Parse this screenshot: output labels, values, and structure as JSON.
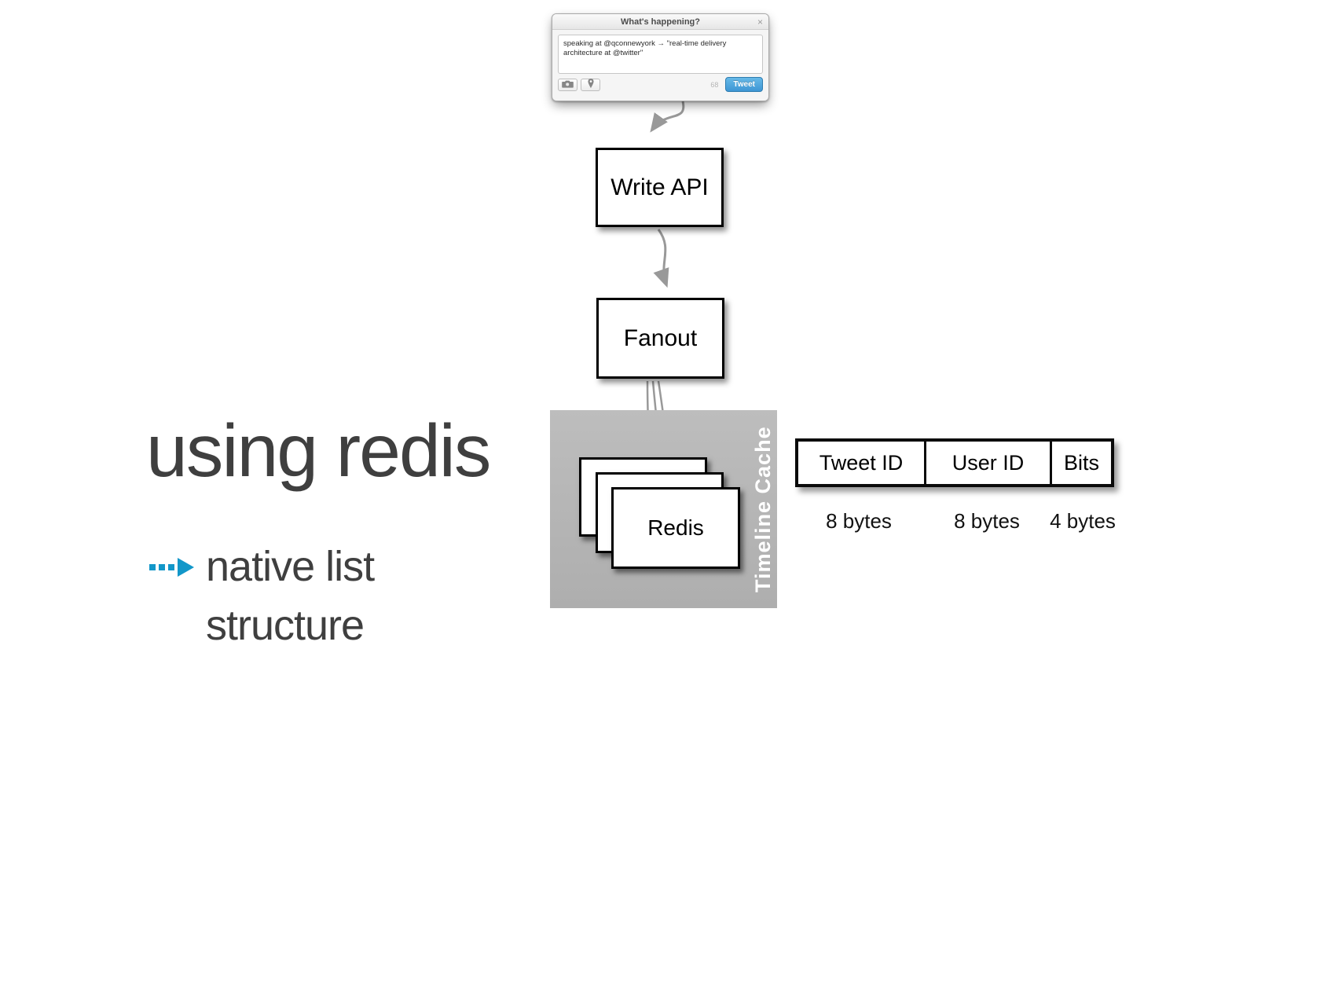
{
  "tweet_window": {
    "title": "What's happening?",
    "close_glyph": "×",
    "body_text": "speaking at @qconnewyork → \"real-time delivery architecture at @twitter\"",
    "char_count": "68",
    "tweet_button_label": "Tweet",
    "icons": [
      "camera-icon",
      "location-pin-icon"
    ],
    "accent_color": "#3e96d4"
  },
  "flow": {
    "write_api_label": "Write API",
    "fanout_label": "Fanout",
    "redis_label": "Redis",
    "timeline_cache_label": "Timeline Cache",
    "arrow_color": "#999999",
    "cache_bg_color": "#b5b5b5"
  },
  "struct_table": {
    "cells": [
      {
        "label": "Tweet ID",
        "size": "8 bytes"
      },
      {
        "label": "User ID",
        "size": "8 bytes"
      },
      {
        "label": "Bits",
        "size": "4 bytes"
      }
    ]
  },
  "left_text": {
    "title": "using redis",
    "bullet_line1": "native list",
    "bullet_line2": "structure",
    "bullet_arrow_icon": "dashed-arrow-icon",
    "arrow_color": "#1297c9",
    "text_color": "#3f3f3f"
  }
}
